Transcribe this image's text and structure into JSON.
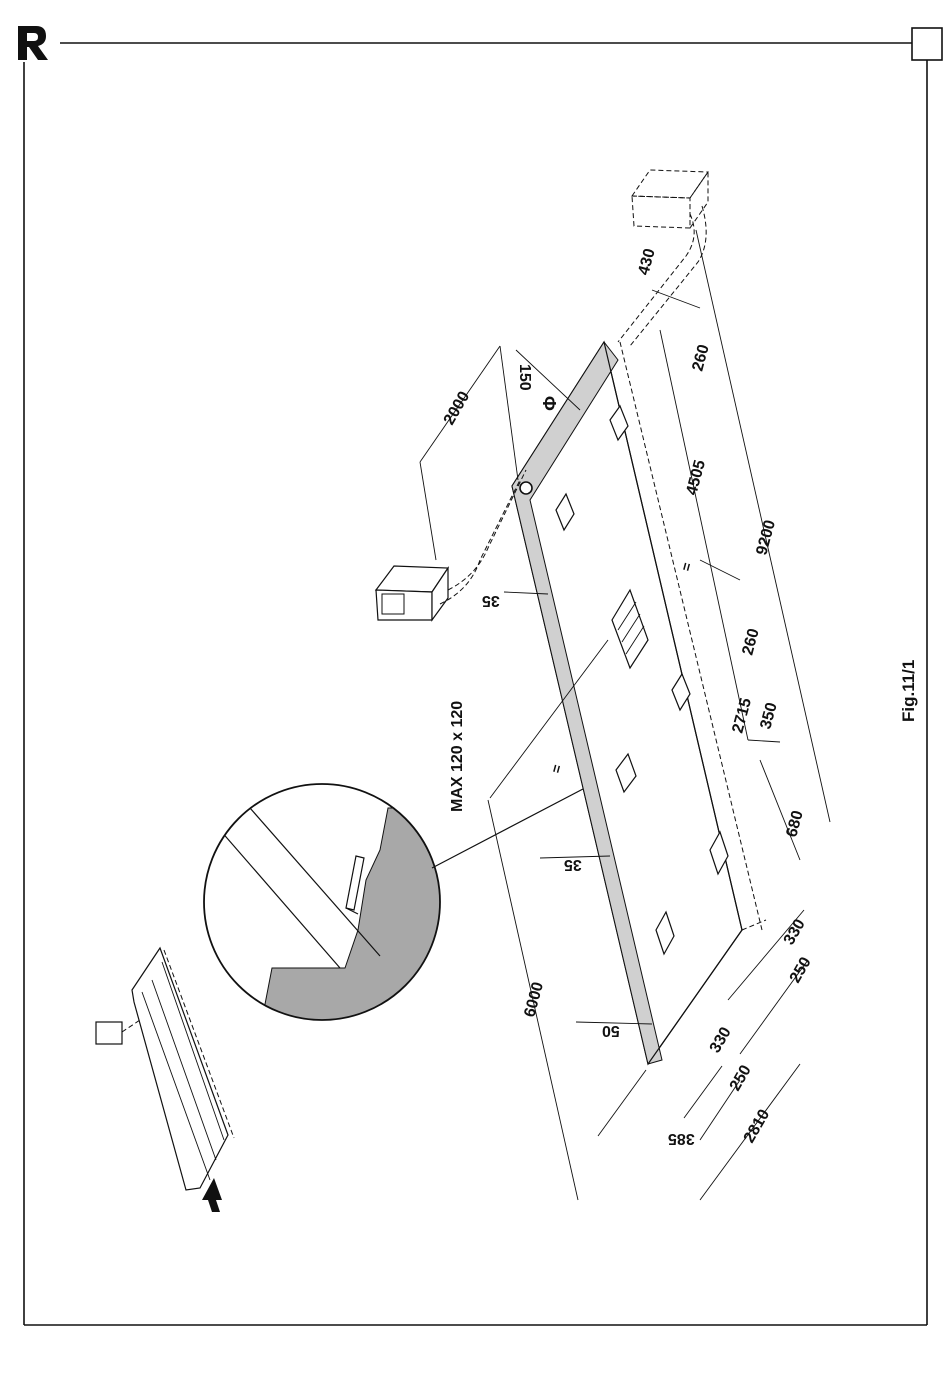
{
  "header": {
    "logo_icon": "r-brand-logo-icon",
    "corner_box_icon": "page-number-box-icon"
  },
  "figure": {
    "caption": "Fig.11/1"
  },
  "callout": {
    "max_opening": "MAX 120 x 120",
    "pipe_diameter_symbol": "Φ",
    "pipe_diameter": "150"
  },
  "dimensions": {
    "d2000": "2000",
    "d150": "150",
    "d430": "430",
    "d260_top": "260",
    "d4505": "4505",
    "d9200": "9200",
    "d35_top": "35",
    "d_eq_1": "=",
    "d_eq_2": "=",
    "d260_mid": "260",
    "d2715": "2715",
    "d350": "350",
    "d680": "680",
    "d35_mid": "35",
    "d6000": "6000",
    "d330_r": "330",
    "d250_r": "250",
    "d50": "50",
    "d330_b": "330",
    "d250_b": "250",
    "d385": "385",
    "d2810": "2810"
  },
  "icons": {
    "detail": "magnified-detail-circle-icon",
    "overview": "overview-floor-plan-icon",
    "arrow": "direction-arrow-icon",
    "machine_left": "machine-unit-icon",
    "machine_right": "dashed-machine-unit-icon"
  }
}
